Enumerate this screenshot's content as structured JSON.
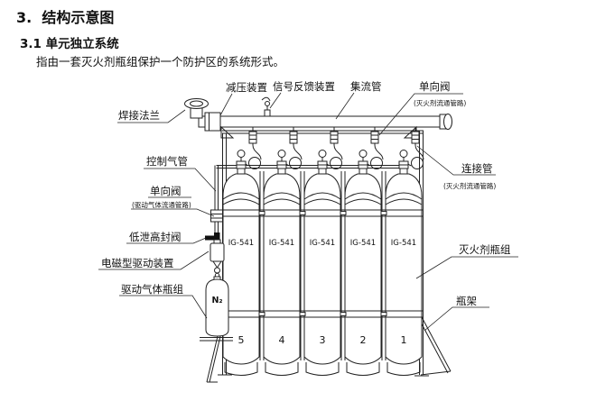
{
  "page": {
    "heading": "3.  结构示意图",
    "subheading": "3.1 单元独立系统",
    "body": "指由一套灭火剂瓶组保护一个防护区的系统形式。"
  },
  "diagram": {
    "labels": {
      "pressure_reducer": "减压装置",
      "signal_feedback": "信号反馈装置",
      "manifold": "集流管",
      "check_valve_top": "单向阀",
      "check_valve_top_sub": "(灭火剂流通管路)",
      "weld_flange": "焊接法兰",
      "control_gas_pipe": "控制气管",
      "check_valve_left": "单向阀",
      "check_valve_left_sub": "(驱动气体流通管路)",
      "low_leak_high_seal_valve": "低泄高封阀",
      "solenoid_driver": "电磁型驱动装置",
      "driver_gas_cylinder": "驱动气体瓶组",
      "connecting_pipe": "连接管",
      "connecting_pipe_sub": "(灭火剂流通管路)",
      "agent_cylinders": "灭火剂瓶组",
      "cylinder_rack": "瓶架",
      "n2_bottle": "N₂"
    },
    "cylinders": [
      {
        "label": "IG-541",
        "number": "5"
      },
      {
        "label": "IG-541",
        "number": "4"
      },
      {
        "label": "IG-541",
        "number": "3"
      },
      {
        "label": "IG-541",
        "number": "2"
      },
      {
        "label": "IG-541",
        "number": "1"
      }
    ]
  }
}
